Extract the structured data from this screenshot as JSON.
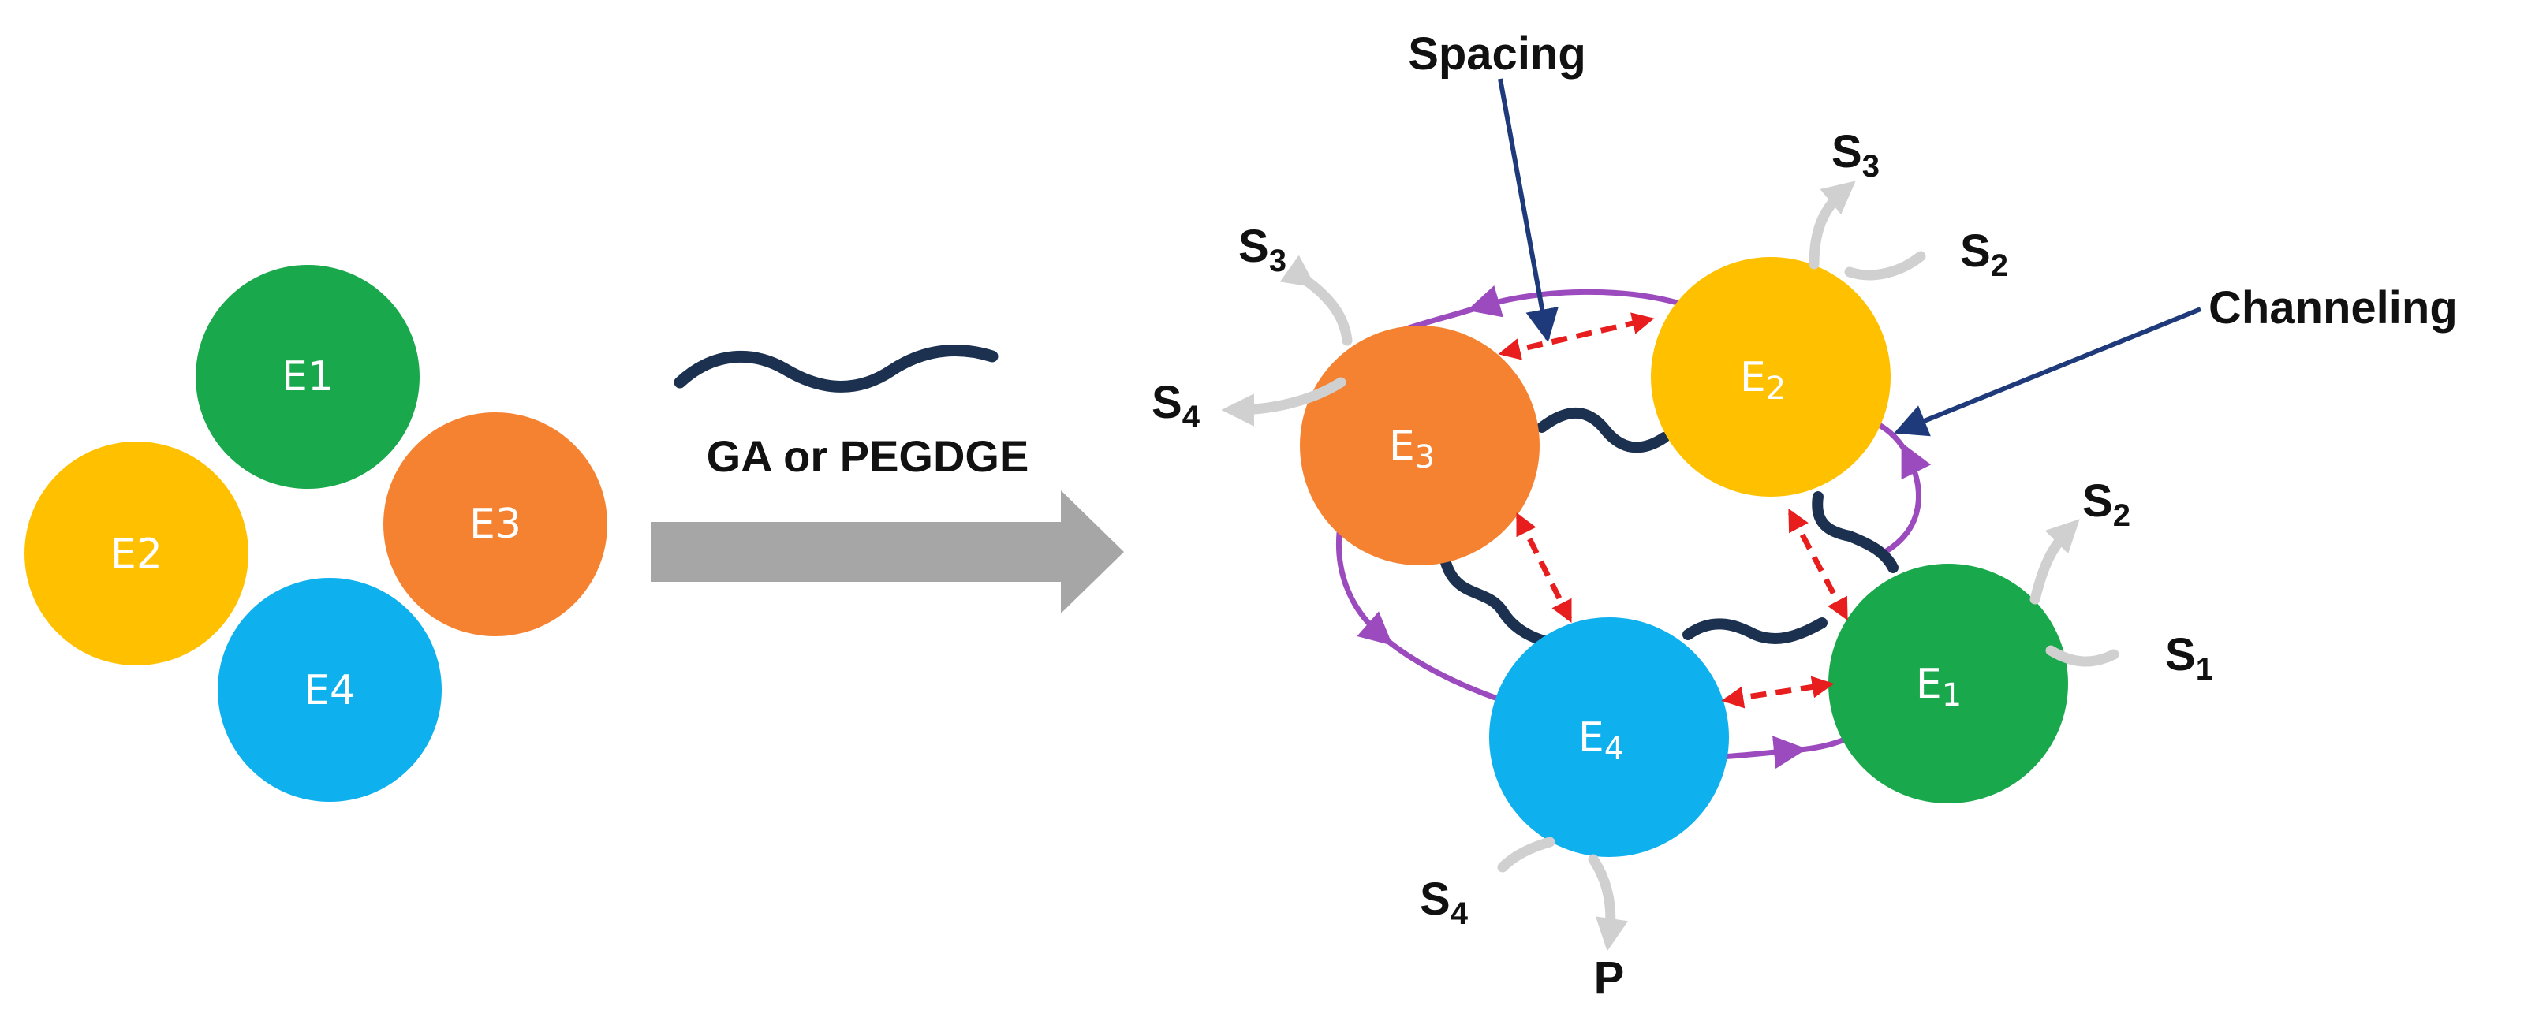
{
  "colors": {
    "e1": "#19a84b",
    "e2": "#ffc000",
    "e3": "#f58230",
    "e4": "#0fb0ee",
    "linker": "#1c3150",
    "purple_cycle": "#9b4bbd",
    "red_spacing": "#e81d1d",
    "grey_arrow": "#a6a6a6",
    "light_grey": "#d0d0d0",
    "navy_pointer": "#1f3a7a"
  },
  "left": {
    "enzymes": [
      {
        "id": "e1",
        "label": "E1"
      },
      {
        "id": "e2",
        "label": "E2"
      },
      {
        "id": "e3",
        "label": "E3"
      },
      {
        "id": "e4",
        "label": "E4"
      }
    ]
  },
  "middle": {
    "crosslinker_label": "GA or PEGDGE"
  },
  "right": {
    "enzymes": [
      {
        "id": "e1",
        "base": "E",
        "sub": "1"
      },
      {
        "id": "e2",
        "base": "E",
        "sub": "2"
      },
      {
        "id": "e3",
        "base": "E",
        "sub": "3"
      },
      {
        "id": "e4",
        "base": "E",
        "sub": "4"
      }
    ],
    "spacing_label": "Spacing",
    "channeling_label": "Channeling",
    "substrates": [
      {
        "base": "S",
        "sub": "3"
      },
      {
        "base": "S",
        "sub": "2"
      },
      {
        "base": "S",
        "sub": "3"
      },
      {
        "base": "S",
        "sub": "4"
      },
      {
        "base": "S",
        "sub": "2"
      },
      {
        "base": "S",
        "sub": "1"
      },
      {
        "base": "S",
        "sub": "4"
      }
    ],
    "product_label": "P"
  }
}
